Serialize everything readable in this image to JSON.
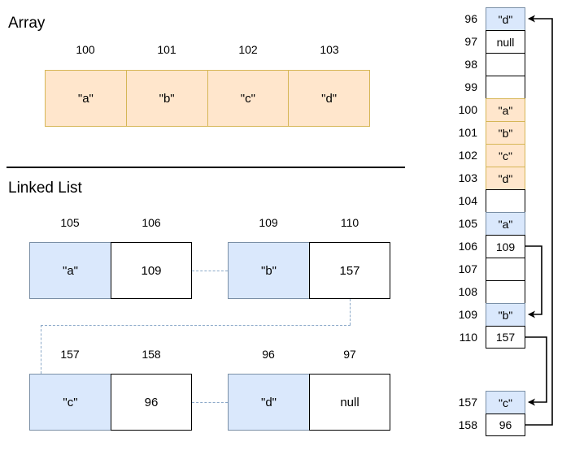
{
  "sections": {
    "array": {
      "title": "Array"
    },
    "linked_list": {
      "title": "Linked List"
    }
  },
  "array": {
    "addresses": [
      "100",
      "101",
      "102",
      "103"
    ],
    "values": [
      "\"a\"",
      "\"b\"",
      "\"c\"",
      "\"d\""
    ],
    "fill_color": "#ffe6cc",
    "border_color": "#d6b656"
  },
  "linked_list": {
    "fill_color": "#dae8fc",
    "border_color": "#7a8fa6",
    "nodes": [
      {
        "data_addr": "105",
        "next_addr": "106",
        "data": "\"a\"",
        "next": "109"
      },
      {
        "data_addr": "109",
        "next_addr": "110",
        "data": "\"b\"",
        "next": "157"
      },
      {
        "data_addr": "157",
        "next_addr": "158",
        "data": "\"c\"",
        "next": "96"
      },
      {
        "data_addr": "96",
        "next_addr": "97",
        "data": "\"d\"",
        "next": "null"
      }
    ]
  },
  "memory": {
    "rows": [
      {
        "addr": "96",
        "value": "\"d\"",
        "fill": "blue"
      },
      {
        "addr": "97",
        "value": "null",
        "fill": "white"
      },
      {
        "addr": "98",
        "value": "",
        "fill": "white"
      },
      {
        "addr": "99",
        "value": "",
        "fill": "white"
      },
      {
        "addr": "100",
        "value": "\"a\"",
        "fill": "orange"
      },
      {
        "addr": "101",
        "value": "\"b\"",
        "fill": "orange"
      },
      {
        "addr": "102",
        "value": "\"c\"",
        "fill": "orange"
      },
      {
        "addr": "103",
        "value": "\"d\"",
        "fill": "orange"
      },
      {
        "addr": "104",
        "value": "",
        "fill": "white"
      },
      {
        "addr": "105",
        "value": "\"a\"",
        "fill": "blue"
      },
      {
        "addr": "106",
        "value": "109",
        "fill": "white"
      },
      {
        "addr": "107",
        "value": "",
        "fill": "white"
      },
      {
        "addr": "108",
        "value": "",
        "fill": "white"
      },
      {
        "addr": "109",
        "value": "\"b\"",
        "fill": "blue"
      },
      {
        "addr": "110",
        "value": "157",
        "fill": "white"
      }
    ],
    "rows_tail": [
      {
        "addr": "157",
        "value": "\"c\"",
        "fill": "blue"
      },
      {
        "addr": "158",
        "value": "96",
        "fill": "white"
      }
    ],
    "pointer_links": [
      {
        "from": "106",
        "to": "109"
      },
      {
        "from": "110",
        "to": "157"
      },
      {
        "from": "158",
        "to": "96"
      }
    ]
  }
}
